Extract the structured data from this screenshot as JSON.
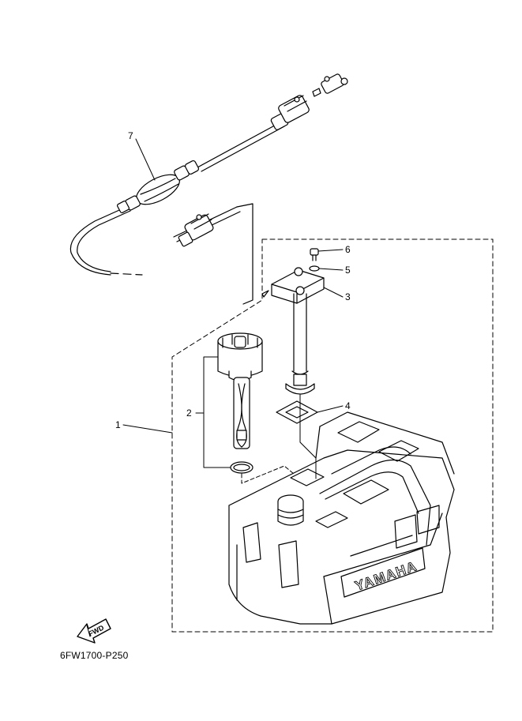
{
  "callouts": [
    {
      "id": "1",
      "label": "1"
    },
    {
      "id": "2",
      "label": "2"
    },
    {
      "id": "3",
      "label": "3"
    },
    {
      "id": "4",
      "label": "4"
    },
    {
      "id": "5",
      "label": "5"
    },
    {
      "id": "6",
      "label": "6"
    },
    {
      "id": "7",
      "label": "7"
    }
  ],
  "brand_text": "YAMAHA",
  "fwd_text": "FWD",
  "doc_code": "6FW1700-P250"
}
